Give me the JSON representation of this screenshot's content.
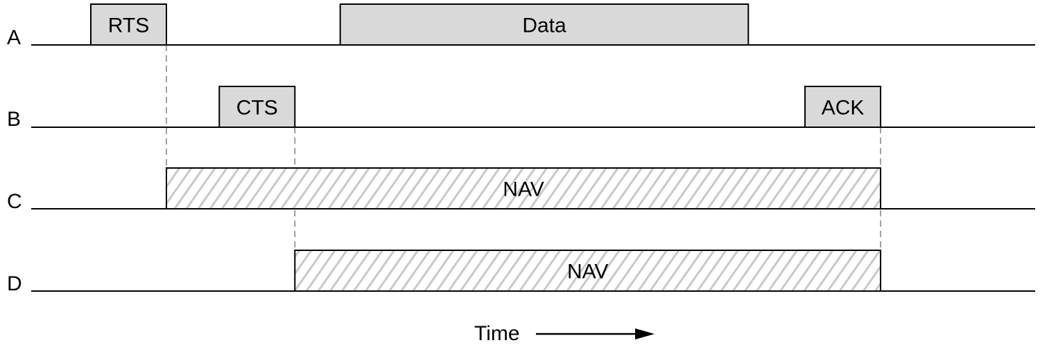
{
  "stations": [
    {
      "id": "A",
      "label": "A"
    },
    {
      "id": "B",
      "label": "B"
    },
    {
      "id": "C",
      "label": "C"
    },
    {
      "id": "D",
      "label": "D"
    }
  ],
  "frames": [
    {
      "id": "rts",
      "station": "A",
      "label": "RTS",
      "start": 0,
      "end": 1,
      "kind": "frame"
    },
    {
      "id": "data",
      "station": "A",
      "label": "Data",
      "start": 3.3,
      "end": 8.7,
      "kind": "frame"
    },
    {
      "id": "cts",
      "station": "B",
      "label": "CTS",
      "start": 1.7,
      "end": 2.7,
      "kind": "frame"
    },
    {
      "id": "ack",
      "station": "B",
      "label": "ACK",
      "start": 9.45,
      "end": 10.45,
      "kind": "frame"
    },
    {
      "id": "nav-c",
      "station": "C",
      "label": "NAV",
      "start": 1,
      "end": 10.45,
      "kind": "nav"
    },
    {
      "id": "nav-d",
      "station": "D",
      "label": "NAV",
      "start": 2.7,
      "end": 10.45,
      "kind": "nav"
    }
  ],
  "guides": [
    {
      "id": "rts-end",
      "time": 1,
      "from_station": "A",
      "to_station": "C"
    },
    {
      "id": "cts-end",
      "time": 2.7,
      "from_station": "B",
      "to_station": "D"
    },
    {
      "id": "ack-end",
      "time": 10.45,
      "from_station": "B",
      "to_station": "D"
    }
  ],
  "time_axis": {
    "label": "Time"
  },
  "colors": {
    "frame_fill": "#d9d9d9",
    "hatch": "#c8c8c8",
    "guide": "#808080",
    "line": "#000000"
  }
}
